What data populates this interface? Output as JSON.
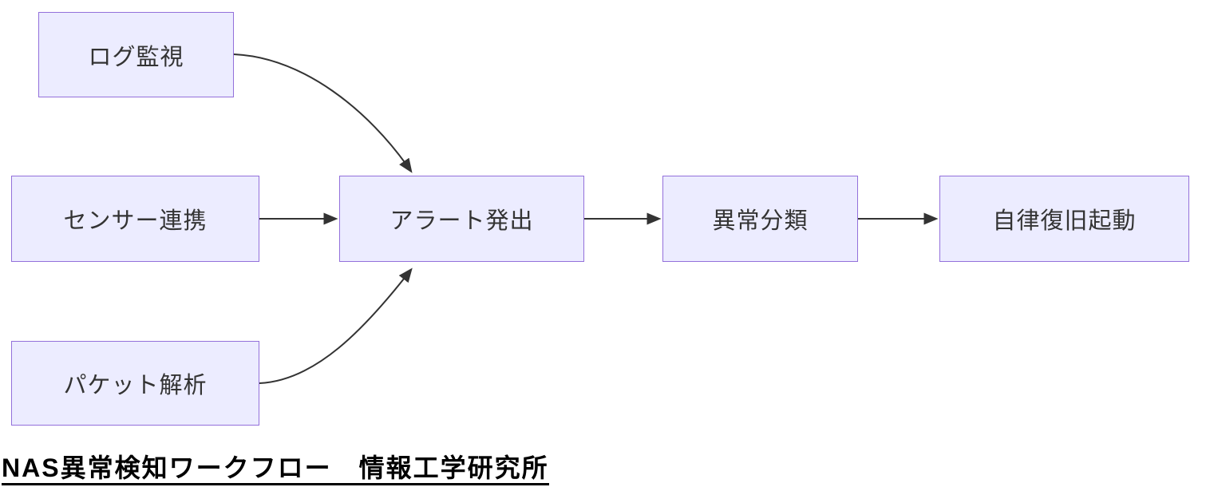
{
  "diagram": {
    "type": "flowchart-LR",
    "caption": "NAS異常検知ワークフロー　情報工学研究所",
    "colors": {
      "node_fill": "#ECECFF",
      "node_border": "#9370DB",
      "edge_color": "#333333",
      "text_color": "#333333",
      "caption_color": "#000000",
      "background": "#ffffff"
    },
    "nodes": [
      {
        "id": "log",
        "label": "ログ監視"
      },
      {
        "id": "sensor",
        "label": "センサー連携"
      },
      {
        "id": "packet",
        "label": "パケット解析"
      },
      {
        "id": "alert",
        "label": "アラート発出"
      },
      {
        "id": "classify",
        "label": "異常分類"
      },
      {
        "id": "recover",
        "label": "自律復旧起動"
      }
    ],
    "edges": [
      {
        "from": "ログ監視",
        "to": "アラート発出"
      },
      {
        "from": "センサー連携",
        "to": "アラート発出"
      },
      {
        "from": "パケット解析",
        "to": "アラート発出"
      },
      {
        "from": "アラート発出",
        "to": "異常分類"
      },
      {
        "from": "異常分類",
        "to": "自律復旧起動"
      }
    ]
  }
}
